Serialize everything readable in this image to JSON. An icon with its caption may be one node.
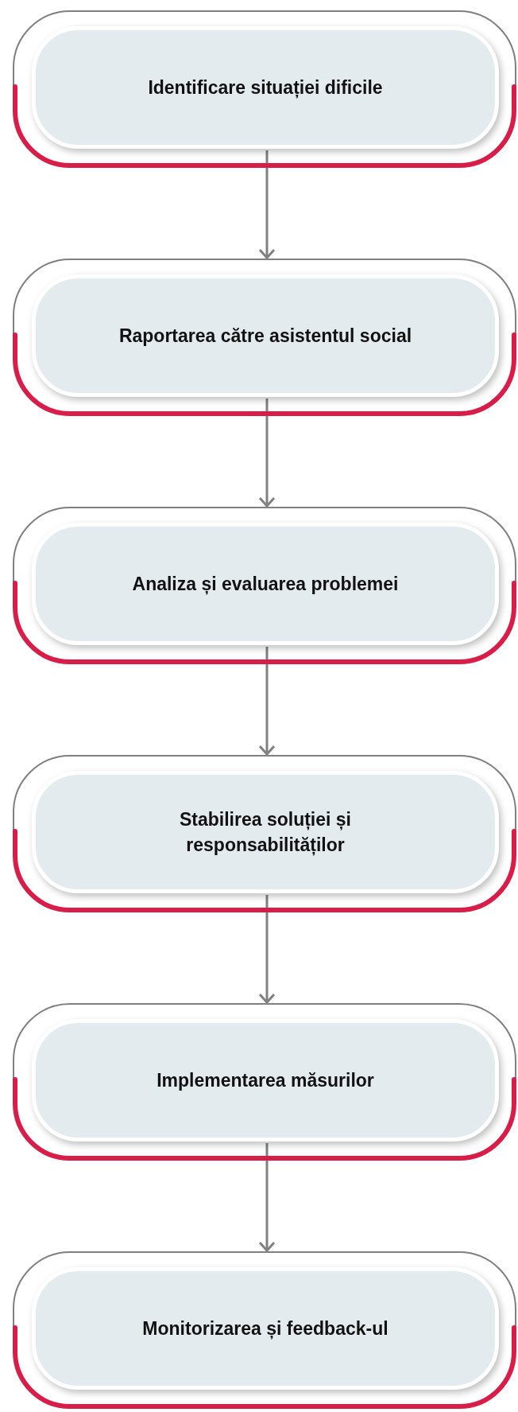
{
  "diagram": {
    "nodes": [
      {
        "text": [
          "Identificare situației dificile"
        ]
      },
      {
        "text": [
          "Raportarea către asistentul social"
        ]
      },
      {
        "text": [
          "Analiza și evaluarea problemei"
        ]
      },
      {
        "text": [
          "Stabilirea soluției și responsabilităților"
        ]
      },
      {
        "text": [
          "Implementarea măsurilor"
        ]
      },
      {
        "text": [
          "Monitorizarea și feedback-ul"
        ]
      }
    ],
    "edges": [
      {
        "from": 0,
        "to": 1,
        "arrow": "to"
      },
      {
        "from": 1,
        "to": 2,
        "arrow": "to"
      },
      {
        "from": 2,
        "to": 3,
        "arrow": "to"
      },
      {
        "from": 3,
        "to": 4,
        "arrow": "to"
      },
      {
        "from": 4,
        "to": 5,
        "arrow": "to"
      }
    ]
  }
}
